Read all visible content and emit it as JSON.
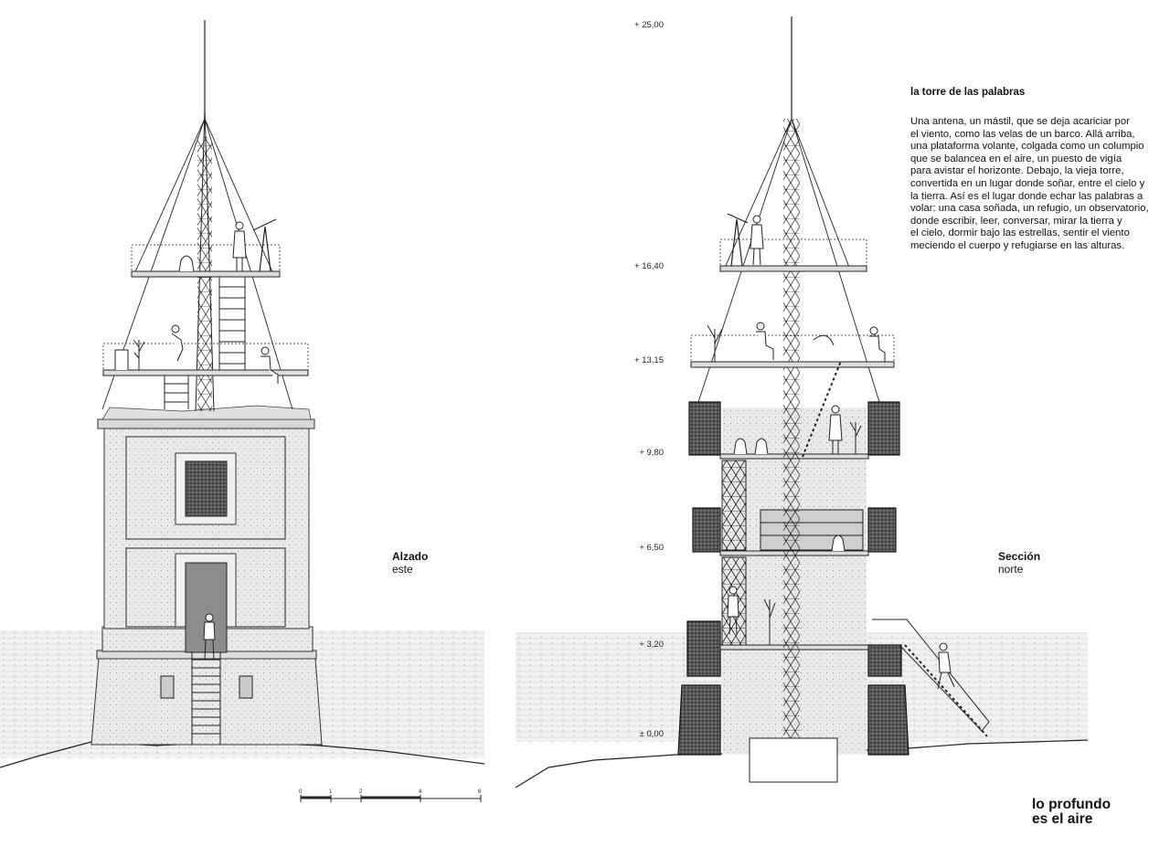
{
  "levels": [
    "+ 25,00",
    "+ 16,40",
    "+ 13,15",
    "+ 9,80",
    "+ 6,50",
    "+ 3,20",
    "± 0,00"
  ],
  "elevation": {
    "title": "Alzado",
    "subtitle": "este"
  },
  "section": {
    "title": "Sección",
    "subtitle": "norte"
  },
  "text": {
    "title": "la torre de las palabras",
    "lines": [
      "Una antena, un mástil, que se deja acariciar por",
      "el viento, como las velas de un barco. Allá arriba,",
      "una plataforma volante, colgada como un columpio",
      "que se balancea en el aire, un puesto de vigía",
      "para avistar el horizonte. Debajo, la vieja torre,",
      "convertida en un lugar donde soñar, entre el cielo y",
      "la tierra. Así es el lugar donde echar las palabras a",
      "volar: una casa soñada, un refugio, un observatorio,",
      "donde escribir, leer, conversar, mirar la tierra y",
      "el cielo, dormir bajo las estrellas, sentir el viento",
      "meciendo el cuerpo y refugiarse en las alturas."
    ]
  },
  "slogan": {
    "line1": "lo profundo",
    "line2": "es el aire"
  },
  "scale": {
    "ticks": [
      "0",
      "1",
      "2",
      "4",
      "6"
    ]
  },
  "colors": {
    "ink": "#1a1a1a",
    "stone": "#e4e4e4",
    "hatch": "#6f6f6f",
    "landscape": "#d2d2d2"
  }
}
